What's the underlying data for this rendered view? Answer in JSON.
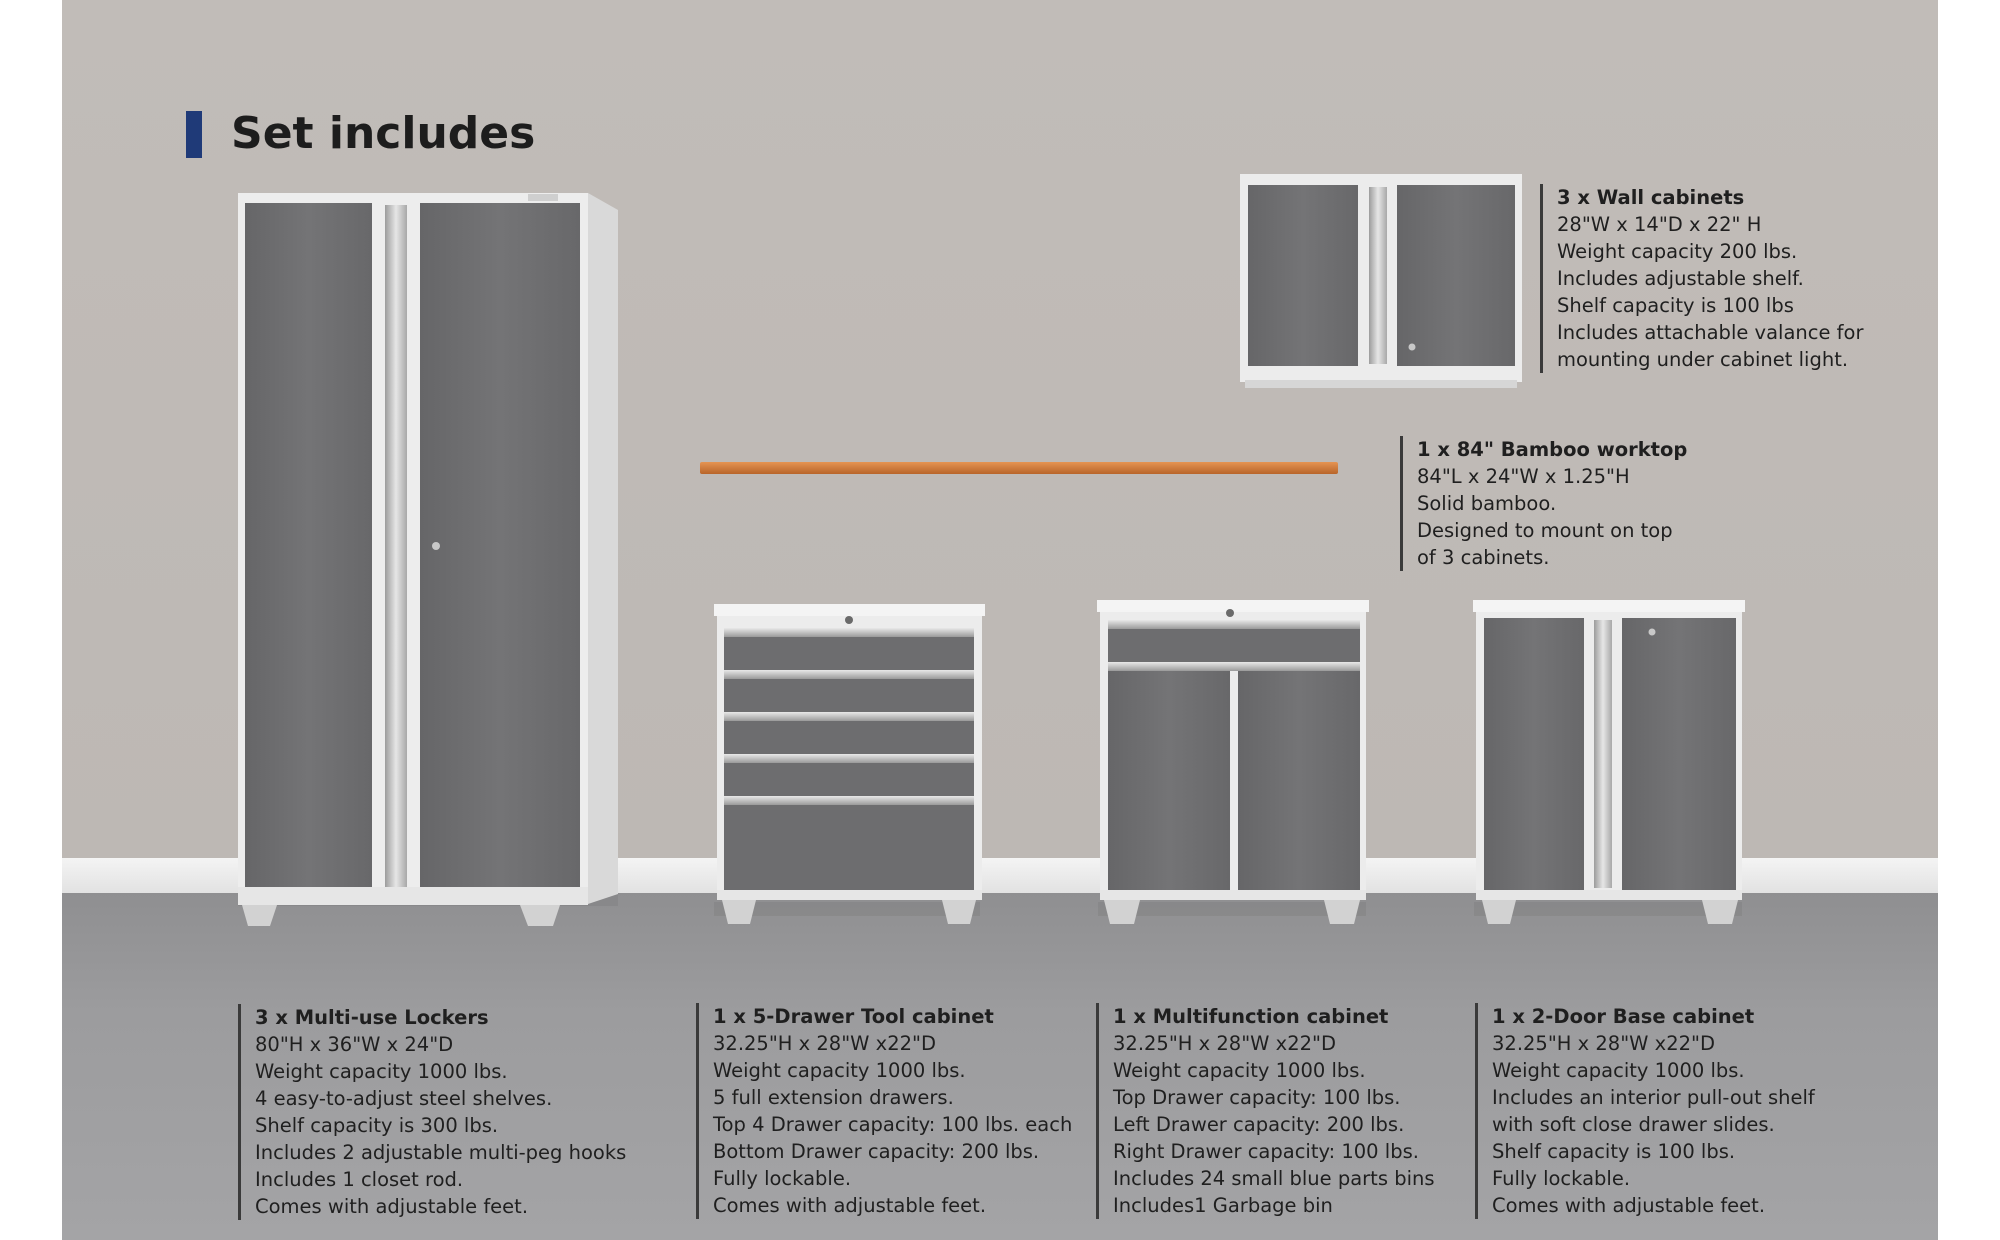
{
  "page": {
    "title": "Set includes",
    "colors": {
      "accent": "#1f3a78",
      "wall": "#bfbab6",
      "floor": "#9a9a9c",
      "panel": "#6e6e70",
      "frame": "#ececec",
      "bamboo": "#d0782e"
    }
  },
  "products": {
    "wall": {
      "heading": "3 x Wall cabinets",
      "lines": [
        "28\"W x 14\"D x 22\" H",
        "Weight capacity 200 lbs.",
        "Includes adjustable shelf.",
        "Shelf capacity is 100 lbs",
        "Includes attachable valance for",
        "mounting under cabinet light."
      ]
    },
    "worktop": {
      "heading": "1 x 84\" Bamboo worktop",
      "lines": [
        "84\"L x 24\"W x 1.25\"H",
        "Solid bamboo.",
        "Designed to mount on top",
        "of 3 cabinets."
      ]
    },
    "locker": {
      "heading": "3 x Multi-use Lockers",
      "lines": [
        "80\"H x 36\"W x 24\"D",
        "Weight capacity 1000 lbs.",
        "4 easy-to-adjust steel shelves.",
        "Shelf capacity is 300 lbs.",
        "Includes 2 adjustable multi-peg hooks",
        "Includes 1 closet rod.",
        "Comes with adjustable feet."
      ]
    },
    "drawer": {
      "heading": "1 x 5-Drawer Tool cabinet",
      "lines": [
        "32.25\"H x 28\"W x22\"D",
        "Weight capacity 1000 lbs.",
        "5 full extension drawers.",
        "Top 4 Drawer capacity: 100 lbs. each",
        "Bottom Drawer capacity: 200 lbs.",
        "Fully lockable.",
        "Comes with adjustable feet."
      ]
    },
    "multi": {
      "heading": "1 x Multifunction cabinet",
      "lines": [
        "32.25\"H x 28\"W x22\"D",
        "Weight capacity 1000 lbs.",
        "Top Drawer capacity: 100 lbs.",
        "Left Drawer capacity: 200 lbs.",
        "Right Drawer capacity: 100 lbs.",
        "Includes 24 small blue parts bins",
        "Includes1 Garbage bin"
      ]
    },
    "twodoor": {
      "heading": "1 x 2-Door Base cabinet",
      "lines": [
        "32.25\"H x 28\"W x22\"D",
        "Weight capacity 1000 lbs.",
        "Includes an interior pull-out shelf",
        "with soft close drawer slides.",
        "Shelf capacity is 100 lbs.",
        "Fully lockable.",
        "Comes with adjustable feet."
      ]
    }
  }
}
